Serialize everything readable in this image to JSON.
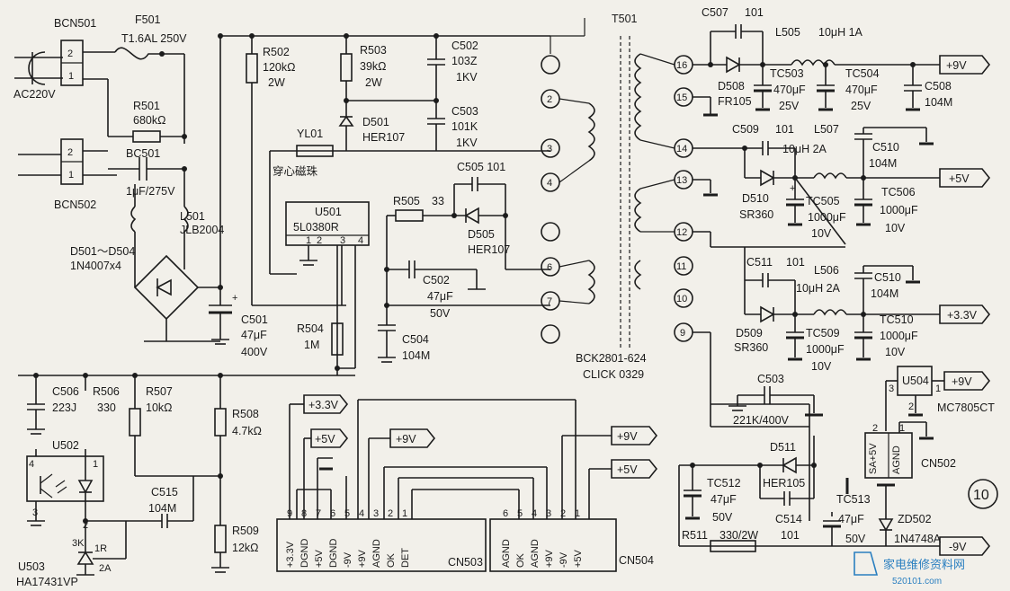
{
  "page": {
    "number": "10"
  },
  "rails": {
    "plus9": "+9V",
    "plus5": "+5V",
    "plus3v3": "+3.3V",
    "minus9": "-9V"
  },
  "watermark": {
    "name": "家电维修资料网",
    "url": "520101.com"
  },
  "components": {
    "bcn501": "BCN501",
    "bcn502": "BCN502",
    "ac_input": "AC220V",
    "f501": {
      "ref": "F501",
      "value": "T1.6AL  250V"
    },
    "r501": {
      "ref": "R501",
      "value": "680kΩ"
    },
    "bc501": {
      "ref": "BC501",
      "value": "1μF/275V"
    },
    "l501": {
      "ref": "L501",
      "value": "JLB2004"
    },
    "bridge": {
      "ref": "D501～D504",
      "value": "1N4007x4"
    },
    "c501": {
      "ref": "C501",
      "cap": "47μF",
      "volt": "400V"
    },
    "r502": {
      "ref": "R502",
      "value": "120kΩ",
      "power": "2W"
    },
    "r503": {
      "ref": "R503",
      "value": "39kΩ",
      "power": "2W"
    },
    "d501": {
      "ref": "D501",
      "value": "HER107"
    },
    "c502": {
      "ref": "C502",
      "value": "103Z",
      "volt": "1KV"
    },
    "c503": {
      "ref": "C503",
      "value": "101K",
      "volt": "1KV"
    },
    "yl01": {
      "ref": "YL01",
      "value": "穿心磁珠"
    },
    "u501": {
      "ref": "U501",
      "value": "5L0380R"
    },
    "r504": {
      "ref": "R504",
      "value": "1M"
    },
    "r505": {
      "ref": "R505",
      "value": "33"
    },
    "c505": {
      "ref": "C505  101"
    },
    "d505": {
      "ref": "D505",
      "value": "HER107"
    },
    "c502b": {
      "ref": "C502",
      "cap": "47μF",
      "volt": "50V"
    },
    "c504": {
      "ref": "C504",
      "value": "104M"
    },
    "t501": {
      "ref": "T501",
      "part": "BCK2801-624",
      "click": "CLICK  0329"
    },
    "c507": {
      "ref": "C507",
      "value": "101"
    },
    "d508": {
      "ref": "D508",
      "value": "FR105"
    },
    "tc503": {
      "ref": "TC503",
      "cap": "470μF",
      "volt": "25V"
    },
    "l505": {
      "ref": "L505",
      "value": "10μH  1A"
    },
    "tc504": {
      "ref": "TC504",
      "cap": "470μF",
      "volt": "25V"
    },
    "c508": {
      "ref": "C508",
      "value": "104M"
    },
    "c509": {
      "ref": "C509",
      "value": "101"
    },
    "d510": {
      "ref": "D510",
      "value": "SR360"
    },
    "tc505": {
      "ref": "TC505",
      "cap": "1000μF",
      "volt": "10V"
    },
    "l507": {
      "ref": "L507",
      "value": "10μH  2A"
    },
    "tc506": {
      "ref": "TC506",
      "cap": "1000μF",
      "volt": "10V"
    },
    "c510": {
      "ref": "C510",
      "value": "104M"
    },
    "c511": {
      "ref": "C511",
      "value": "101"
    },
    "d509": {
      "ref": "D509",
      "value": "SR360"
    },
    "tc509": {
      "ref": "TC509",
      "cap": "1000μF",
      "volt": "10V"
    },
    "l506": {
      "ref": "L506",
      "value": "10μH  2A"
    },
    "tc510": {
      "ref": "TC510",
      "cap": "1000μF",
      "volt": "10V"
    },
    "c510b": {
      "ref": "C510",
      "value": "104M"
    },
    "c503b": {
      "ref": "C503",
      "value": "221K/400V"
    },
    "u504": {
      "ref": "U504",
      "value": "MC7805CT"
    },
    "cn502": {
      "ref": "CN502",
      "pin1": "SA+5V",
      "pin2": "AGND"
    },
    "tc512": {
      "ref": "TC512",
      "cap": "47μF",
      "volt": "50V"
    },
    "d511": {
      "ref": "D511",
      "value": "HER105"
    },
    "c514": {
      "ref": "C514",
      "value": "101"
    },
    "tc513": {
      "ref": "TC513",
      "cap": "47μF",
      "volt": "50V"
    },
    "zd502": {
      "ref": "ZD502",
      "value": "1N4748A"
    },
    "r511": {
      "ref": "R511",
      "value": "330/2W"
    },
    "c506": {
      "ref": "C506",
      "value": "223J"
    },
    "r506": {
      "ref": "R506",
      "value": "330"
    },
    "r507": {
      "ref": "R507",
      "value": "10kΩ"
    },
    "r508": {
      "ref": "R508",
      "value": "4.7kΩ"
    },
    "r509": {
      "ref": "R509",
      "value": "12kΩ"
    },
    "u502": {
      "ref": "U502"
    },
    "c515": {
      "ref": "C515",
      "value": "104M"
    },
    "u503": {
      "ref": "U503",
      "value": "HA17431VP",
      "pin3": "3K",
      "pin1": "1R",
      "pin2": "2A"
    },
    "cn503": {
      "ref": "CN503",
      "pins": [
        {
          "num": "9",
          "label": "+3.3V"
        },
        {
          "num": "8",
          "label": "DGND"
        },
        {
          "num": "7",
          "label": "+5V"
        },
        {
          "num": "6",
          "label": "DGND"
        },
        {
          "num": "5",
          "label": "-9V"
        },
        {
          "num": "4",
          "label": "+9V"
        },
        {
          "num": "3",
          "label": "AGND"
        },
        {
          "num": "2",
          "label": "OK"
        },
        {
          "num": "1",
          "label": "DET"
        }
      ]
    },
    "cn504": {
      "ref": "CN504",
      "pins": [
        {
          "num": "6",
          "label": "AGND"
        },
        {
          "num": "5",
          "label": "OK"
        },
        {
          "num": "4",
          "label": "AGND"
        },
        {
          "num": "3",
          "label": "+9V"
        },
        {
          "num": "2",
          "label": "-9V"
        },
        {
          "num": "1",
          "label": "+5V"
        }
      ]
    }
  }
}
